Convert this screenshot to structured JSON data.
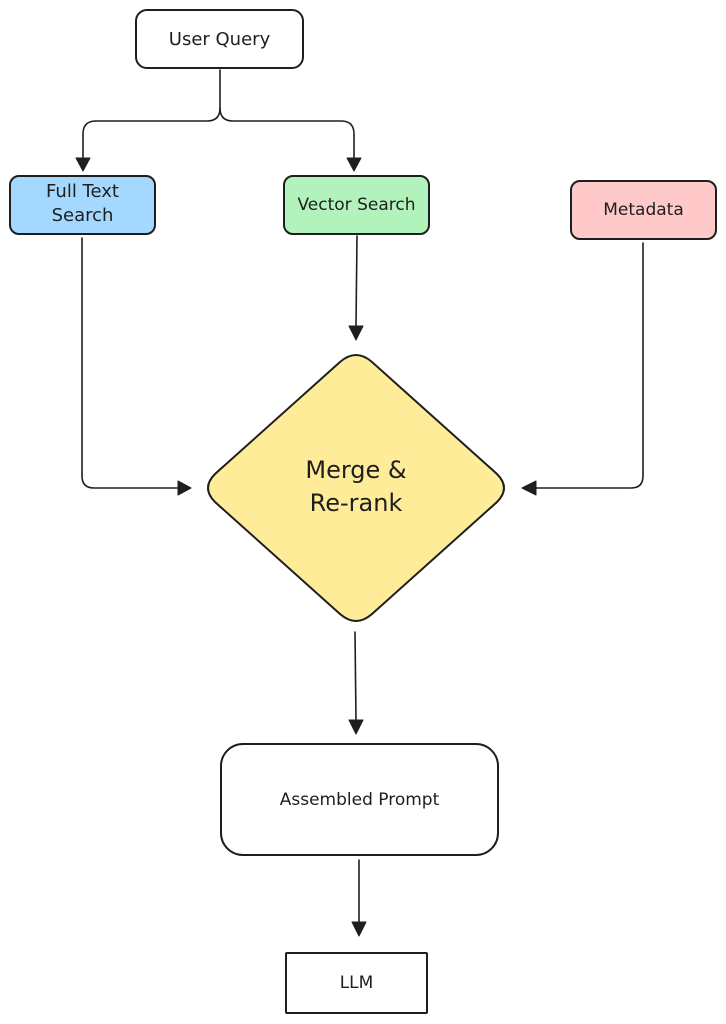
{
  "colors": {
    "stroke": "#1e1e1e",
    "full_text_fill": "#a5d8ff",
    "vector_fill": "#b2f2bb",
    "metadata_fill": "#ffc9c9",
    "merge_fill": "#ffec99",
    "plain_fill": "#ffffff"
  },
  "nodes": {
    "user_query": "User Query",
    "full_text_search": [
      "Full Text",
      "Search"
    ],
    "vector_search": "Vector Search",
    "metadata": "Metadata",
    "merge_rerank": [
      "Merge &",
      "Re-rank"
    ],
    "assembled_prompt": "Assembled Prompt",
    "llm": "LLM"
  }
}
